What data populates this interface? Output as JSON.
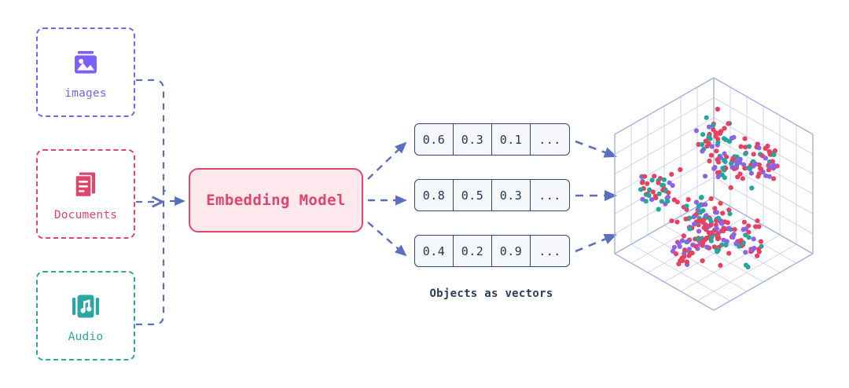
{
  "diagram": {
    "title": "Embedding pipeline: objects as vectors in vector space",
    "colors": {
      "images_accent": "#7b61f8",
      "documents_accent": "#e0456a",
      "audio_accent": "#2ba6a4",
      "model_fill": "#fde8ee",
      "model_border": "#e0456a",
      "arrow": "#5a6fc0",
      "vector_border": "#2f4670",
      "vector_fill": "#f5f7fb",
      "grid": "#c9d2ee",
      "point_red": "#e8415e",
      "point_purple": "#8b62e8",
      "point_teal": "#23a79c"
    }
  },
  "sources": [
    {
      "id": "images",
      "label": "images",
      "icon": "image-icon",
      "accent": "#7b61f8"
    },
    {
      "id": "documents",
      "label": "Documents",
      "icon": "documents-icon",
      "accent": "#e0456a"
    },
    {
      "id": "audio",
      "label": "Audio",
      "icon": "music-note-icon",
      "accent": "#2ba6a4"
    }
  ],
  "model": {
    "label": "Embedding Model"
  },
  "vectors": {
    "caption": "Objects as vectors",
    "rows": [
      {
        "cells": [
          "0.6",
          "0.3",
          "0.1",
          "..."
        ]
      },
      {
        "cells": [
          "0.8",
          "0.5",
          "0.3",
          "..."
        ]
      },
      {
        "cells": [
          "0.4",
          "0.2",
          "0.9",
          "..."
        ]
      }
    ]
  },
  "vector_space": {
    "name": "vector-space-cube",
    "description": "3D isometric grid cube filled with scattered colored points"
  },
  "chart_data": {
    "type": "scatter",
    "title": "",
    "xlabel": "",
    "ylabel": "",
    "zlabel": "",
    "grid": true,
    "legend": null,
    "projection": "3d-isometric",
    "series": [
      {
        "name": "cluster-red",
        "color": "#e8415e",
        "count": 180
      },
      {
        "name": "cluster-purple",
        "color": "#8b62e8",
        "count": 95
      },
      {
        "name": "cluster-teal",
        "color": "#23a79c",
        "count": 95
      }
    ]
  }
}
